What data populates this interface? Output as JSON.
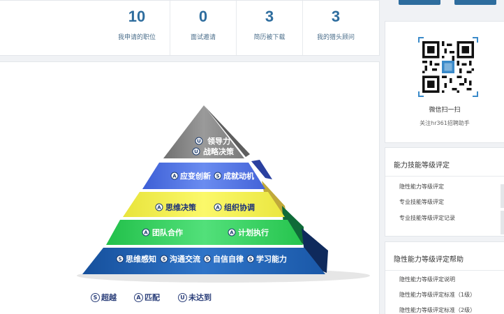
{
  "stats": [
    {
      "num": "10",
      "label": "我申请的职位"
    },
    {
      "num": "0",
      "label": "面试邀请"
    },
    {
      "num": "3",
      "label": "简历被下载"
    },
    {
      "num": "3",
      "label": "我的猎头顾问"
    }
  ],
  "pyramid": {
    "top": [
      {
        "badge": "U",
        "text": "领导力"
      },
      {
        "badge": "U",
        "text": "战略决策"
      }
    ],
    "level2": [
      {
        "badge": "A",
        "text": "应变创新"
      },
      {
        "badge": "S",
        "text": "成就动机"
      }
    ],
    "level3": [
      {
        "badge": "A",
        "text": "思维决策"
      },
      {
        "badge": "A",
        "text": "组织协调"
      }
    ],
    "level4": [
      {
        "badge": "A",
        "text": "团队合作"
      },
      {
        "badge": "A",
        "text": "计划执行"
      }
    ],
    "level5": [
      {
        "badge": "S",
        "text": "思维感知"
      },
      {
        "badge": "S",
        "text": "沟通交流"
      },
      {
        "badge": "S",
        "text": "自信自律"
      },
      {
        "badge": "S",
        "text": "学习能力"
      }
    ],
    "colors": {
      "top": "#8a8a8a",
      "level2": "#4a6fe0",
      "level3": "#f2ef48",
      "level4": "#2fd35a",
      "level5": "#1e5fb0"
    }
  },
  "legend": [
    {
      "badge": "S",
      "text": "超越"
    },
    {
      "badge": "A",
      "text": "匹配"
    },
    {
      "badge": "U",
      "text": "未达到"
    }
  ],
  "qr": {
    "title": "微信扫一扫",
    "subtitle": "关注hr361招聘助手"
  },
  "skill_panel": {
    "title": "能力技能等级评定",
    "links": [
      "隐性能力等级评定",
      "专业技能等级评定",
      "专业技能等级评定记录"
    ]
  },
  "help_panel": {
    "title": "隐性能力等级评定帮助",
    "links": [
      "隐性能力等级评定说明",
      "隐性能力等级评定标准（1级）",
      "隐性能力等级评定标准（2级）"
    ]
  },
  "theme": {
    "accent": "#2e6d9e"
  }
}
